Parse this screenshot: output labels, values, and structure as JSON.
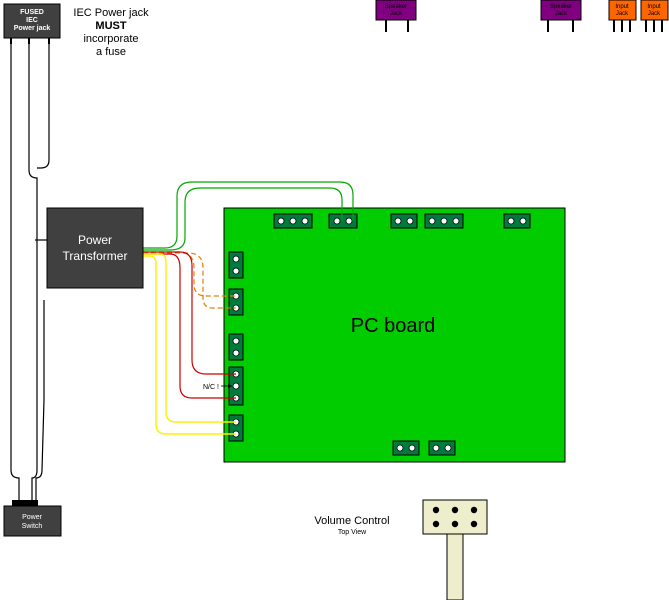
{
  "iec_jack": {
    "line1": "FUSED",
    "line2": "IEC",
    "line3": "Power jack"
  },
  "note": {
    "line1": "IEC Power jack",
    "line2": "MUST",
    "line3": "incorporate",
    "line4": "a fuse"
  },
  "transformer": {
    "line1": "Power",
    "line2": "Transformer"
  },
  "switch": {
    "line1": "Power",
    "line2": "Switch"
  },
  "pc_board": {
    "label": "PC board",
    "nc_label": "N/C !"
  },
  "speaker_jack_1": {
    "line1": "Speaker",
    "line2": "Jack"
  },
  "speaker_jack_2": {
    "line1": "Speaker",
    "line2": "Jack"
  },
  "input_jack_1": {
    "line1": "Input",
    "line2": "Jack"
  },
  "input_jack_2": {
    "line1": "Input",
    "line2": "Jack"
  },
  "volume": {
    "line1": "Volume Control",
    "line2": "Top View"
  },
  "colors": {
    "board": "#00cc00",
    "transformer": "#404040",
    "speaker_jack": "#800080",
    "input_jack": "#ff6600",
    "connector": "#007a3d",
    "wire_green": "#00aa00",
    "wire_red": "#cc0000",
    "wire_yellow": "#ffee00",
    "wire_orange": "#e08000"
  }
}
